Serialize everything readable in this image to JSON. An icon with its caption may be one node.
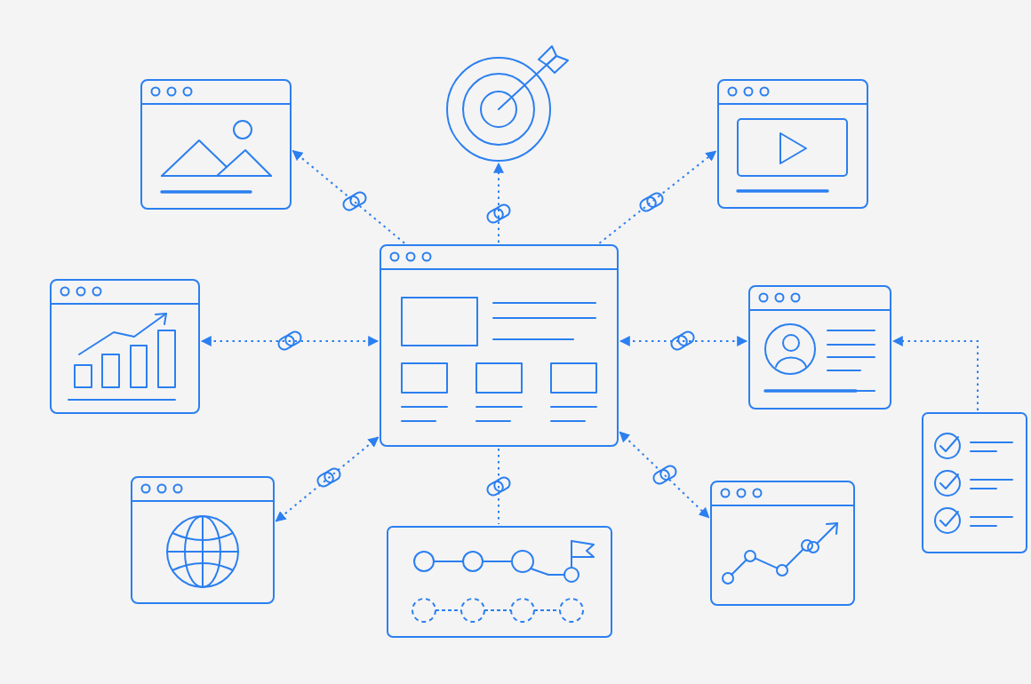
{
  "diagram": {
    "nodes": [
      {
        "text": [],
        "shape": "picture"
      },
      {
        "text": [],
        "shape": "picture"
      },
      {
        "text": [],
        "shape": "picture"
      },
      {
        "text": [],
        "shape": "picture"
      },
      {
        "text": [],
        "shape": "picture"
      },
      {
        "text": [],
        "shape": "picture"
      },
      {
        "text": [],
        "shape": "picture"
      },
      {
        "text": [],
        "shape": "picture"
      },
      {
        "text": [],
        "shape": "picture"
      },
      {
        "text": [],
        "shape": "picture"
      }
    ],
    "edges": [
      {
        "from": 4,
        "to": 0,
        "arrow": "to",
        "style": "dashed"
      },
      {
        "from": 4,
        "to": 1,
        "arrow": "to",
        "style": "dashed"
      },
      {
        "from": 4,
        "to": 2,
        "arrow": "to",
        "style": "dashed"
      },
      {
        "from": 4,
        "to": 3,
        "arrow": "both",
        "style": "dashed"
      },
      {
        "from": 4,
        "to": 5,
        "arrow": "both",
        "style": "dashed"
      },
      {
        "from": 6,
        "to": 5,
        "arrow": "to",
        "style": "dashed"
      },
      {
        "from": 4,
        "to": 7,
        "arrow": "both",
        "style": "dashed"
      },
      {
        "from": 4,
        "to": 8,
        "arrow": "none",
        "style": "dashed"
      },
      {
        "from": 4,
        "to": 9,
        "arrow": "both",
        "style": "dashed"
      }
    ]
  }
}
